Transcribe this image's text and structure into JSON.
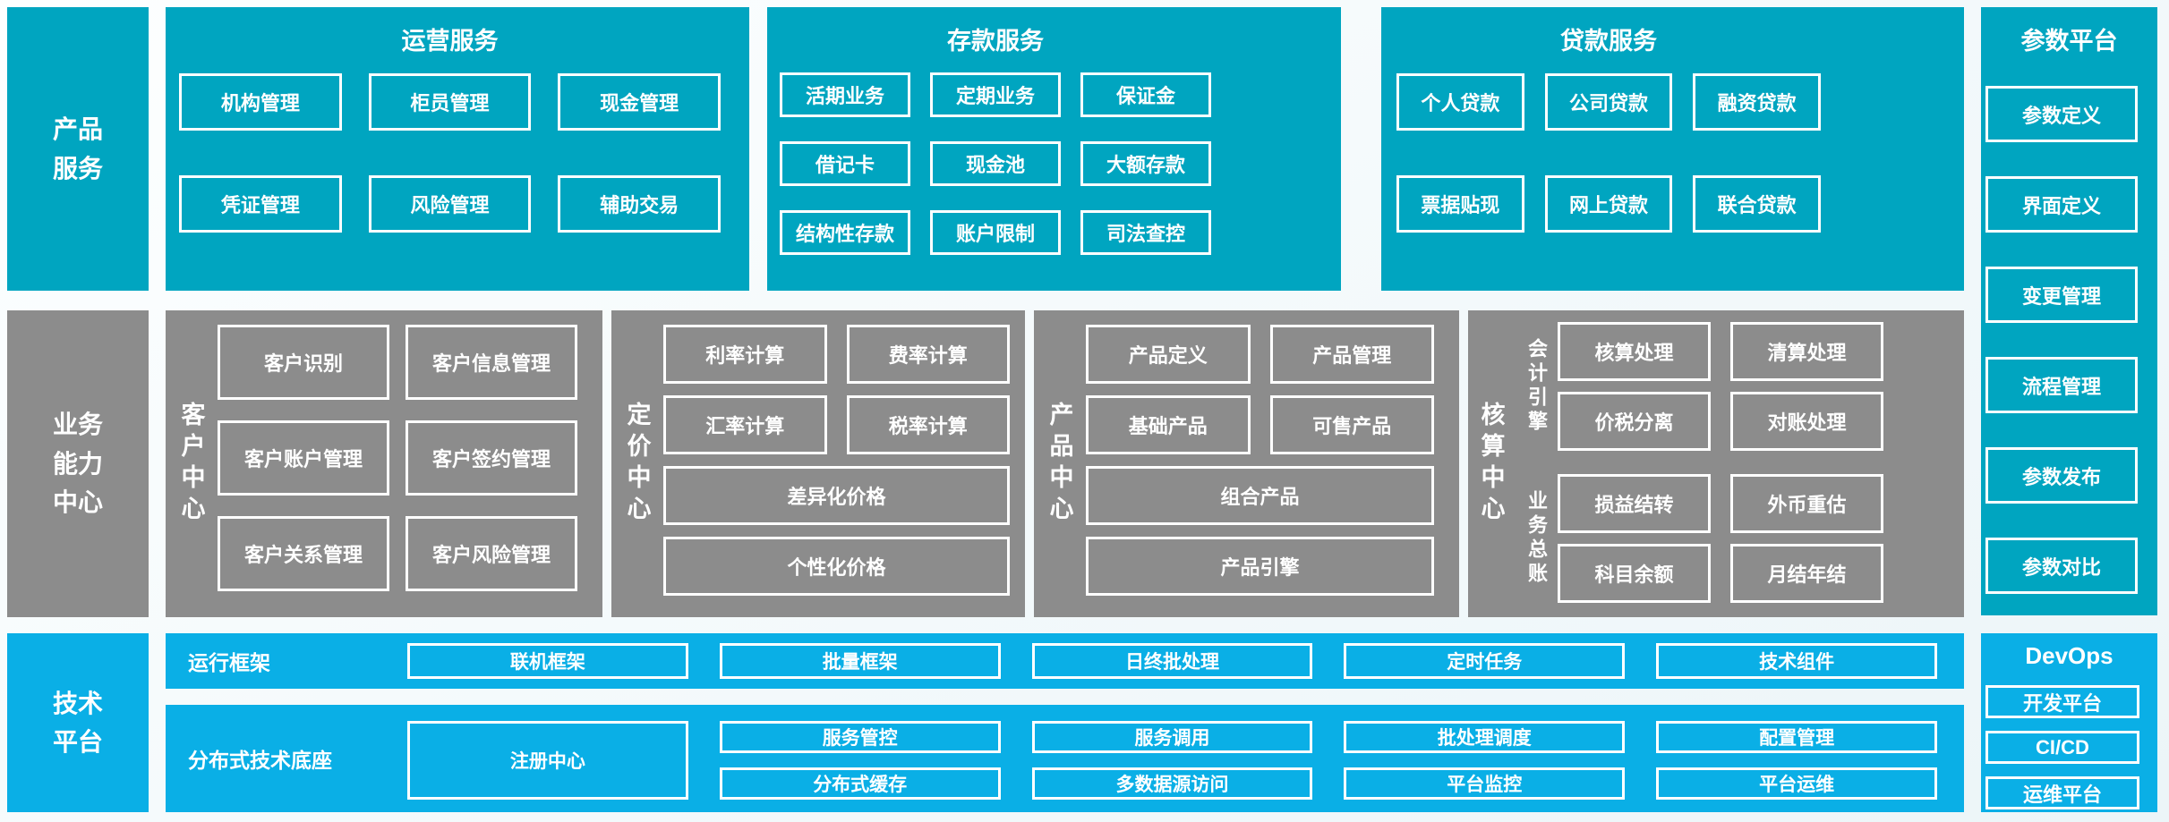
{
  "diagram": {
    "colors": {
      "teal": "#00A5C0",
      "gray": "#8C8C8C",
      "blue": "#0AAFE6"
    },
    "product_services": {
      "label": "产品服务",
      "operations": {
        "title": "运营服务",
        "items": [
          "机构管理",
          "柜员管理",
          "现金管理",
          "凭证管理",
          "风险管理",
          "辅助交易"
        ]
      },
      "deposits": {
        "title": "存款服务",
        "items": [
          "活期业务",
          "定期业务",
          "保证金",
          "借记卡",
          "现金池",
          "大额存款",
          "结构性存款",
          "账户限制",
          "司法查控"
        ]
      },
      "loans": {
        "title": "贷款服务",
        "items": [
          "个人贷款",
          "公司贷款",
          "融资贷款",
          "票据贴现",
          "网上贷款",
          "联合贷款"
        ]
      }
    },
    "parameter_platform": {
      "title": "参数平台",
      "items": [
        "参数定义",
        "界面定义",
        "变更管理",
        "流程管理",
        "参数发布",
        "参数对比"
      ]
    },
    "business_capability": {
      "label": "业务能力中心",
      "customer_center": {
        "title": "客户中心",
        "items": [
          "客户识别",
          "客户信息管理",
          "客户账户管理",
          "客户签约管理",
          "客户关系管理",
          "客户风险管理"
        ]
      },
      "pricing_center": {
        "title": "定价中心",
        "items": [
          "利率计算",
          "费率计算",
          "汇率计算",
          "税率计算",
          "差异化价格",
          "个性化价格"
        ]
      },
      "product_center": {
        "title": "产品中心",
        "items": [
          "产品定义",
          "产品管理",
          "基础产品",
          "可售产品",
          "组合产品",
          "产品引擎"
        ]
      },
      "accounting_center": {
        "title": "核算中心",
        "groups": [
          {
            "label": "会计引擎",
            "items": [
              "核算处理",
              "清算处理",
              "价税分离",
              "对账处理"
            ]
          },
          {
            "label": "业务总账",
            "items": [
              "损益结转",
              "外币重估",
              "科目余额",
              "月结年结"
            ]
          }
        ]
      }
    },
    "technology_platform": {
      "label": "技术平台",
      "runtime_framework": {
        "title": "运行框架",
        "items": [
          "联机框架",
          "批量框架",
          "日终批处理",
          "定时任务",
          "技术组件"
        ]
      },
      "distributed_base": {
        "title": "分布式技术底座",
        "registry": "注册中心",
        "row1": [
          "服务管控",
          "服务调用",
          "批处理调度",
          "配置管理"
        ],
        "row2": [
          "分布式缓存",
          "多数据源访问",
          "平台监控",
          "平台运维"
        ]
      },
      "devops": {
        "title": "DevOps",
        "items": [
          "开发平台",
          "CI/CD",
          "运维平台"
        ]
      }
    }
  }
}
